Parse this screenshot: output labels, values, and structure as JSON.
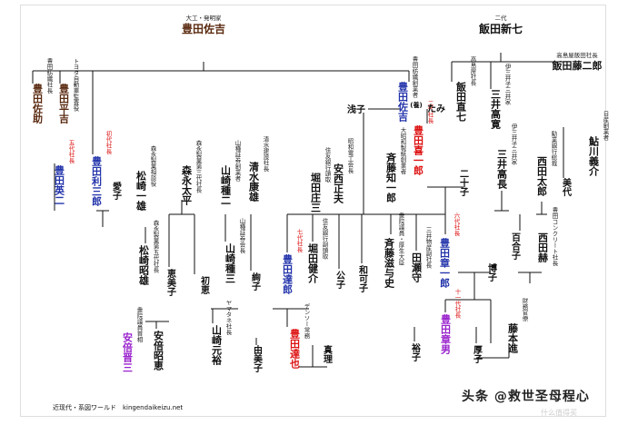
{
  "colors": {
    "line": "#111111",
    "name_default": "#111111",
    "name_blue": "#2233aa",
    "name_red": "#dd1111",
    "name_purple": "#9922cc",
    "name_brown": "#5a2a10",
    "title_default": "#222222",
    "title_red": "#dd1111"
  },
  "footer": "近现代・系図ワールド　kingendaikeizu.net",
  "watermark": "头条 @救世圣母程心",
  "watermark_sub": "什么值得买",
  "people": [
    {
      "id": "sakichi",
      "name": "豊田佐吉",
      "title": "大工・発明家",
      "color": "name_brown"
    },
    {
      "id": "shinshichi",
      "name": "飯田新七",
      "title": "二代",
      "color": "name_default"
    },
    {
      "id": "tojiro",
      "name": "飯田藤二郎",
      "title": "高島屋飯田社長",
      "color": "name_default"
    },
    {
      "id": "sasuke",
      "name": "豊田佐助",
      "title": "豊田紡織社長",
      "color": "name_brown"
    },
    {
      "id": "heikichi",
      "name": "豊田平吉",
      "title": "トヨタ自動車監査役",
      "color": "name_brown"
    },
    {
      "id": "risaburo",
      "name": "豊田利三郎",
      "title": "初代社長",
      "color": "name_blue",
      "title_color": "title_red"
    },
    {
      "id": "eiji",
      "name": "豊田英二",
      "title": "五代社長",
      "color": "name_blue",
      "title_color": "title_red"
    },
    {
      "id": "aiko",
      "name": "愛子",
      "title": "",
      "color": "name_default"
    },
    {
      "id": "kiichiro",
      "name": "豊田喜一郎",
      "title": "二代社長",
      "color": "name_red",
      "title_color": "title_red"
    },
    {
      "id": "kakitsu",
      "name": "豊田佐吉",
      "title": "豊田紡織創業者",
      "color": "name_blue"
    },
    {
      "id": "asako",
      "name": "浅子",
      "title": "",
      "color": "name_default"
    },
    {
      "id": "tami",
      "name": "たみ",
      "title": "",
      "color": "name_default"
    },
    {
      "id": "ani",
      "name": "(養)",
      "title": "",
      "color": "name_default"
    },
    {
      "id": "iida_shichi",
      "name": "飯田直七",
      "title": "高島屋社長",
      "color": "name_default"
    },
    {
      "id": "mitsui_takahiro",
      "name": "三井高寛",
      "title": "伊三井子三井家",
      "color": "name_default"
    },
    {
      "id": "mitsui_takanaga",
      "name": "三井高長",
      "title": "伊三井子三井家",
      "color": "name_default"
    },
    {
      "id": "nijiko",
      "name": "二十子",
      "title": "",
      "color": "name_default"
    },
    {
      "id": "nishida_taro",
      "name": "西田太郎",
      "title": "勧業銀行総裁",
      "color": "name_default"
    },
    {
      "id": "ayukawa",
      "name": "鮎川義介",
      "title": "日産創業者",
      "color": "name_default"
    },
    {
      "id": "miyo",
      "name": "美代",
      "title": "",
      "color": "name_default"
    },
    {
      "id": "matsuzaki_ichio",
      "name": "松崎一雄",
      "title": "森永製菓相談役",
      "color": "name_default"
    },
    {
      "id": "morinaga_taihei",
      "name": "森永太平",
      "title": "森永製菓第三代社長",
      "color": "name_default"
    },
    {
      "id": "yamazaki_seiji",
      "name": "山崎種二",
      "title": "山種証券創業者",
      "color": "name_default"
    },
    {
      "id": "shimizu_yasuo",
      "name": "清水康雄",
      "title": "清水建設社長",
      "color": "name_default"
    },
    {
      "id": "hotta_shozo",
      "name": "堀田庄三",
      "title": "住友銀行頭取",
      "color": "name_default"
    },
    {
      "id": "yasunishi_masao",
      "name": "安西正夫",
      "title": "昭和電工会長",
      "color": "name_default"
    },
    {
      "id": "saito_tomoichiro",
      "name": "斉藤知一郎",
      "title": "大昭和製紙創業者",
      "color": "name_default"
    },
    {
      "id": "matsuzaki_akio",
      "name": "松崎昭雄",
      "title": "森永製菓第五代社長",
      "color": "name_default"
    },
    {
      "id": "emiko",
      "name": "恵美子",
      "title": "",
      "color": "name_default"
    },
    {
      "id": "hatsue",
      "name": "初恵",
      "title": "",
      "color": "name_default"
    },
    {
      "id": "yamazaki_tomiji",
      "name": "山崎種三",
      "title": "山種証券会長",
      "color": "name_default"
    },
    {
      "id": "junko",
      "name": "絢子",
      "title": "",
      "color": "name_default"
    },
    {
      "id": "tatsuro",
      "name": "豊田達郎",
      "title": "七代社長",
      "color": "name_blue",
      "title_color": "title_red"
    },
    {
      "id": "hotta_kenkai",
      "name": "堀田健介",
      "title": "住友銀行副頭取",
      "color": "name_default"
    },
    {
      "id": "kimiko",
      "name": "公子",
      "title": "",
      "color": "name_default"
    },
    {
      "id": "kazuko",
      "name": "和可子",
      "title": "",
      "color": "name_default"
    },
    {
      "id": "saito_shiyoshi",
      "name": "斉藤滋与史",
      "title": "衆院議員・厚生大臣",
      "color": "name_default"
    },
    {
      "id": "shoichiro",
      "name": "豊田章一郎",
      "title": "六代社長",
      "color": "name_blue",
      "title_color": "title_red"
    },
    {
      "id": "tase",
      "name": "田瀬守",
      "title": "三井物産副社長",
      "color": "name_default"
    },
    {
      "id": "hiroko",
      "name": "博子",
      "title": "",
      "color": "name_default"
    },
    {
      "id": "yuriko",
      "name": "百合子",
      "title": "",
      "color": "name_default"
    },
    {
      "id": "nishida_takashi",
      "name": "西田赫",
      "title": "豊田コンクリート社長",
      "color": "name_default"
    },
    {
      "id": "abe_akie",
      "name": "安倍昭恵",
      "title": "",
      "color": "name_default"
    },
    {
      "id": "abe_shinzo",
      "name": "安倍晋三",
      "title": "衆院議員首相",
      "color": "name_purple"
    },
    {
      "id": "yamazaki_motohiro",
      "name": "山崎元裕",
      "title": "ヤマタネ社長",
      "color": "name_default"
    },
    {
      "id": "yumiko",
      "name": "由美子",
      "title": "",
      "color": "name_default"
    },
    {
      "id": "tetsuya",
      "name": "豊田達也",
      "title": "デンソー常務",
      "color": "name_red"
    },
    {
      "id": "mari",
      "name": "真理",
      "title": "",
      "color": "name_default"
    },
    {
      "id": "yuko",
      "name": "裕子",
      "title": "",
      "color": "name_default"
    },
    {
      "id": "akio",
      "name": "豊田章男",
      "title": "十一代社長",
      "color": "name_purple",
      "title_color": "title_red"
    },
    {
      "id": "atsuko",
      "name": "厚子",
      "title": "",
      "color": "name_default"
    },
    {
      "id": "fujimoto",
      "name": "藤本進",
      "title": "財務官僚",
      "color": "name_default"
    }
  ]
}
